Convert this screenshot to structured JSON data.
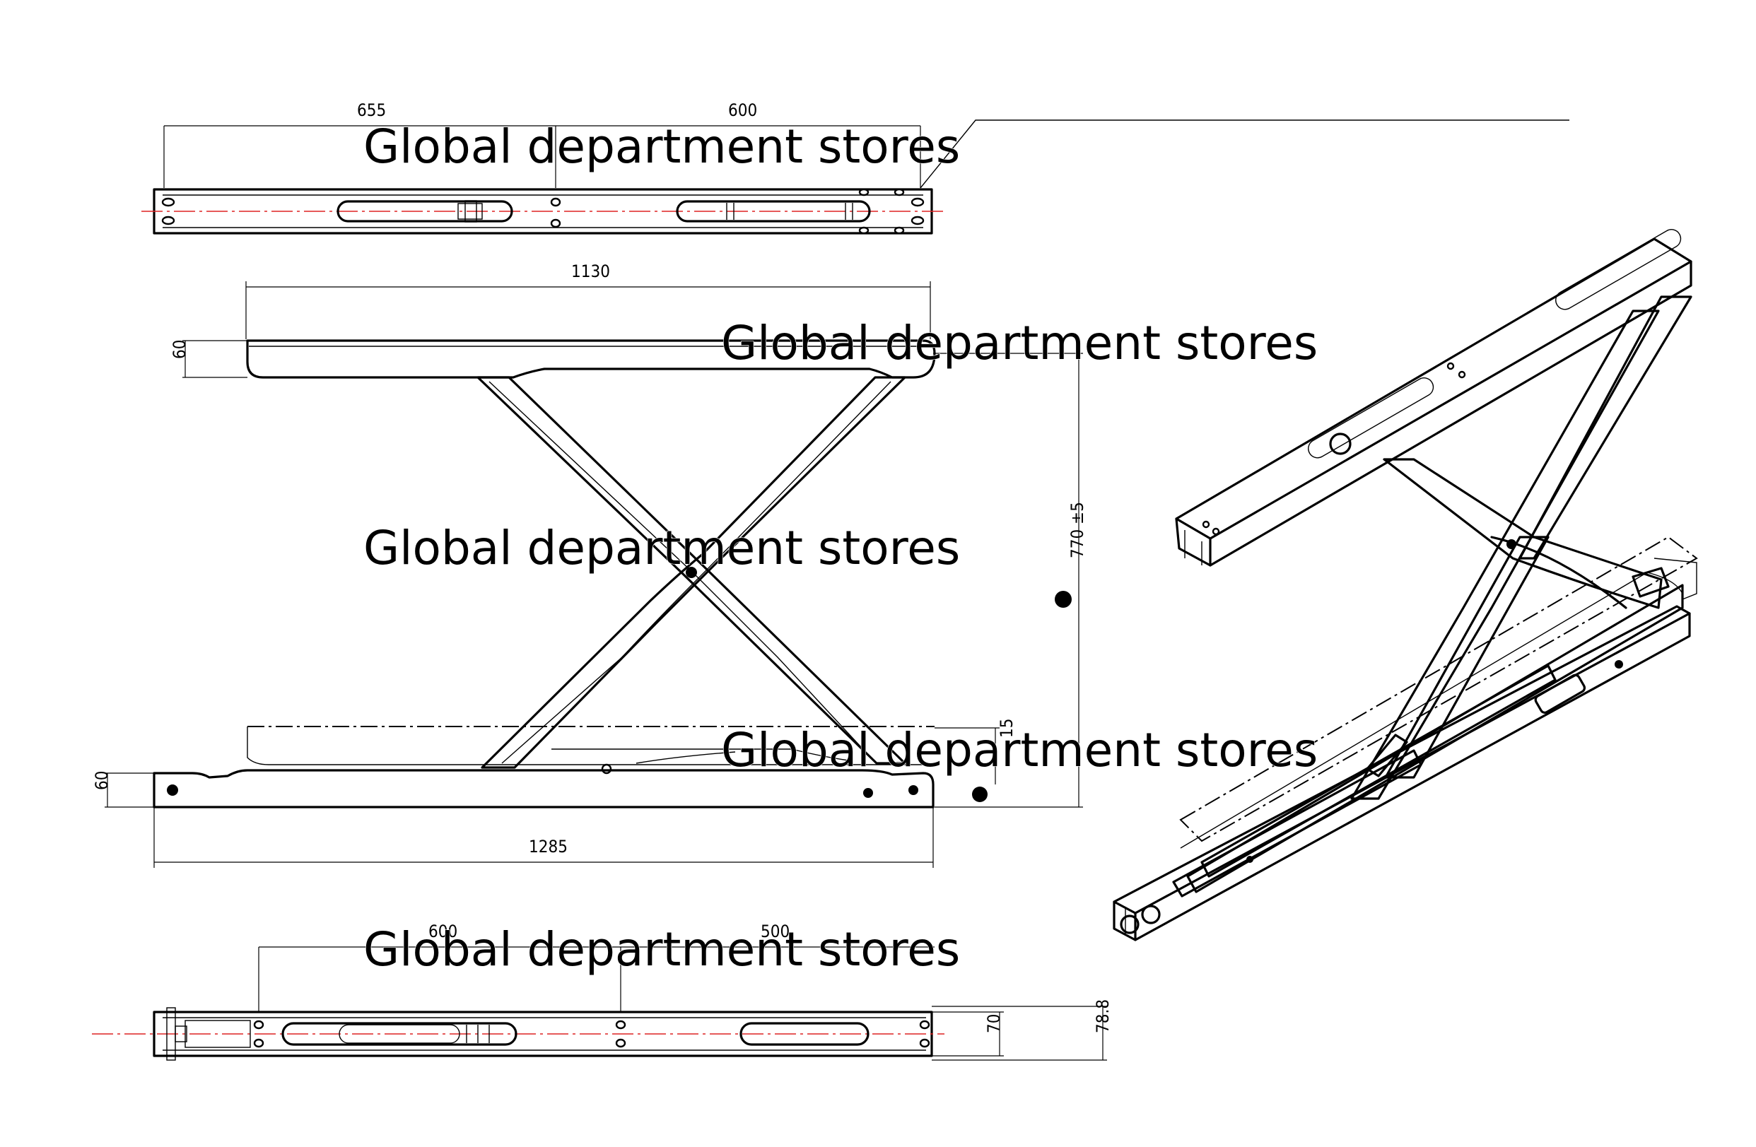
{
  "watermark": {
    "text": "Global department stores"
  },
  "dimensions": {
    "top_left_span": "655",
    "top_right_span": "600",
    "upper_width": "1130",
    "upper_height": "60",
    "total_height": "770 ±5",
    "lower_height": "60",
    "base_width": "1285",
    "side_offset": "15",
    "bottom_left_span": "600",
    "bottom_right_span": "500",
    "bottom_height_a": "70",
    "bottom_height_b": "78.8"
  }
}
